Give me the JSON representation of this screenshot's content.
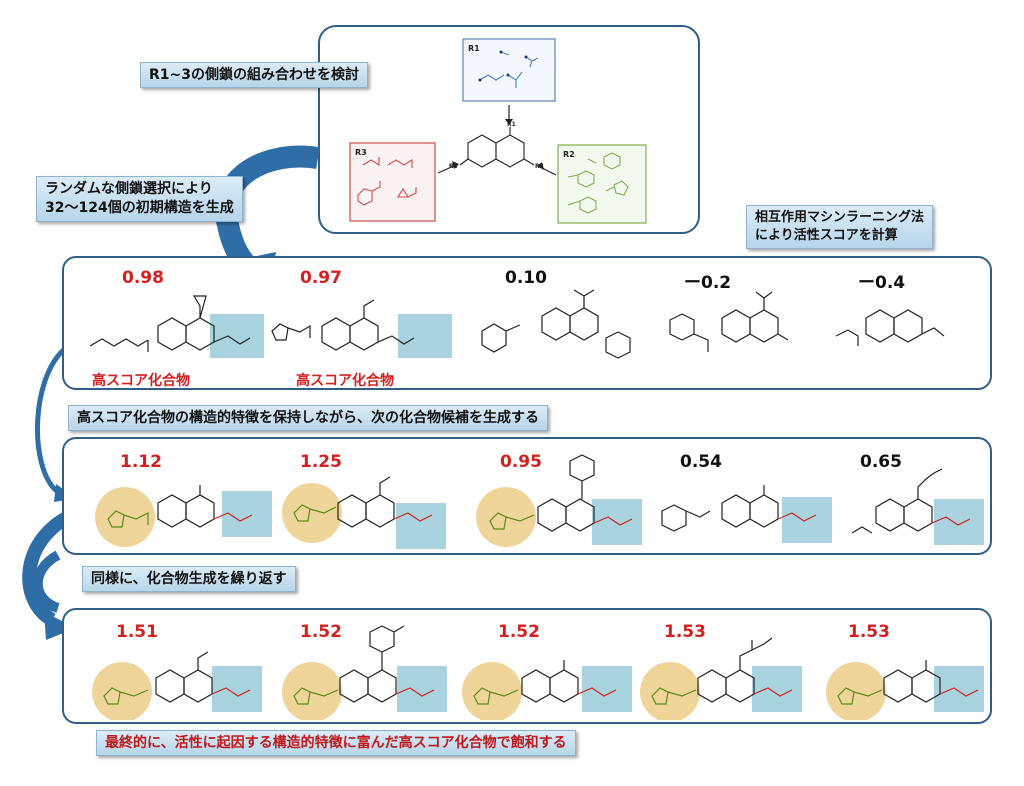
{
  "top_panel": {
    "r1_label": "R1",
    "r2_label": "R2",
    "r3_label": "R3",
    "core_r1": "R1",
    "core_r2": "R2",
    "core_r3": "R3"
  },
  "notes": {
    "combine": "R1~3の側鎖の組み合わせを検討",
    "random_line1": "ランダムな側鎖選択により",
    "random_line2": "32〜124個の初期構造を生成",
    "ml_line1": "相互作用マシンラーニング法",
    "ml_line2": "により活性スコアを計算",
    "keep": "高スコア化合物の構造的特徴を保持しながら、次の化合物候補を生成する",
    "repeat": "同様に、化合物生成を繰り返す",
    "final": "最終的に、活性に起因する構造的特徴に富んだ高スコア化合物で飽和する"
  },
  "rows": [
    {
      "scores": [
        "0.98",
        "0.97",
        "0.10",
        "ー0.2",
        "ー0.4"
      ],
      "labels": [
        "高スコア化合物",
        "高スコア化合物"
      ]
    },
    {
      "scores": [
        "1.12",
        "1.25",
        "0.95",
        "0.54",
        "0.65"
      ]
    },
    {
      "scores": [
        "1.51",
        "1.52",
        "1.52",
        "1.53",
        "1.53"
      ]
    }
  ],
  "colors": {
    "high_score": "#d42020",
    "low_score": "#111111",
    "frame": "#2f5f86",
    "arrow": "#2f6da6",
    "highlight_box": "#a9d3de",
    "highlight_circle": "#f0d59a",
    "r1_box": "#5b87b5",
    "r2_box": "#7fae4a",
    "r3_box": "#cf4b4b"
  }
}
